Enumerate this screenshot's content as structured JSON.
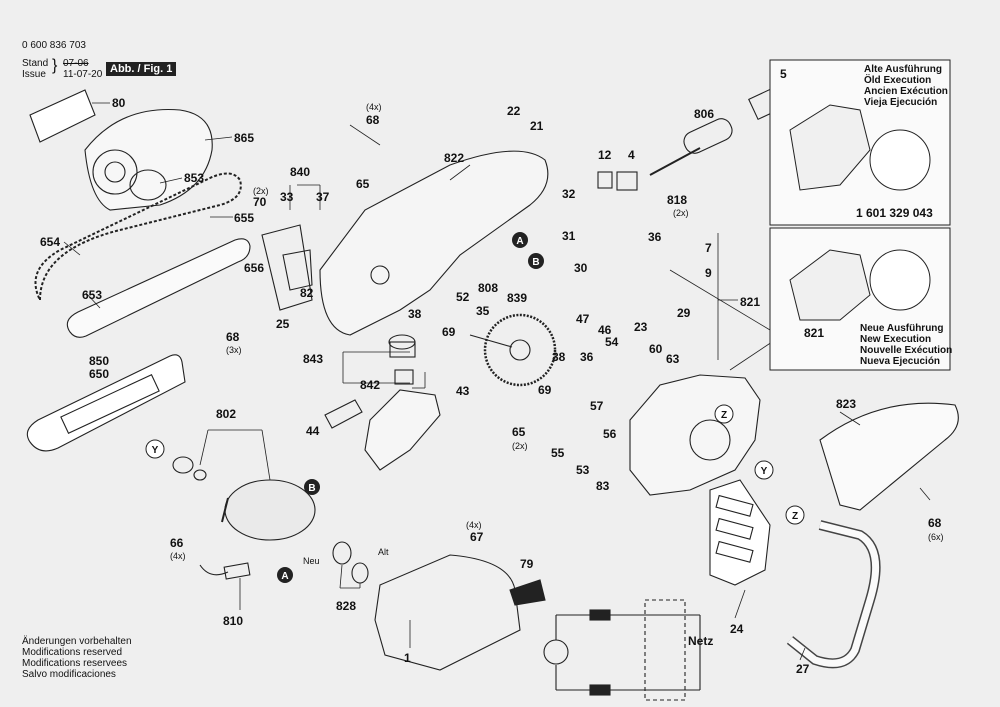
{
  "header": {
    "doc_number": "0 600 836 703",
    "stand_label": "Stand",
    "stand_date": "07-06",
    "issue_label": "Issue",
    "issue_date": "11-07-20",
    "fig_label": "Abb. / Fig. 1"
  },
  "footer": {
    "lines": [
      "Änderungen vorbehalten",
      "Modifications reserved",
      "Modifications reservees",
      "Salvo modificaciones"
    ]
  },
  "inset_old": {
    "lines": [
      "Alte Ausführung",
      "Öld Execution",
      "Ancien Exécution",
      "Vieja Ejecución"
    ],
    "part_number": "1 601 329 043"
  },
  "inset_new": {
    "part_number": "821",
    "lines": [
      "Neue Ausführung",
      "New Execution",
      "Nouvelle Exécution",
      "Nueva Ejecución"
    ]
  },
  "callouts": [
    {
      "id": "80",
      "text": "80"
    },
    {
      "id": "865",
      "text": "865"
    },
    {
      "id": "853",
      "text": "853"
    },
    {
      "id": "655",
      "text": "655"
    },
    {
      "id": "654",
      "text": "654"
    },
    {
      "id": "656",
      "text": "656"
    },
    {
      "id": "653",
      "text": "653"
    },
    {
      "id": "68a",
      "text": "68"
    },
    {
      "id": "68a_q",
      "text": "(4x)"
    },
    {
      "id": "822",
      "text": "822"
    },
    {
      "id": "840",
      "text": "840"
    },
    {
      "id": "70",
      "text": "70"
    },
    {
      "id": "70_q",
      "text": "(2x)"
    },
    {
      "id": "33",
      "text": "33"
    },
    {
      "id": "37",
      "text": "37"
    },
    {
      "id": "65a",
      "text": "65"
    },
    {
      "id": "22",
      "text": "22"
    },
    {
      "id": "21",
      "text": "21"
    },
    {
      "id": "806",
      "text": "806"
    },
    {
      "id": "5",
      "text": "5"
    },
    {
      "id": "12",
      "text": "12"
    },
    {
      "id": "4",
      "text": "4"
    },
    {
      "id": "818",
      "text": "818"
    },
    {
      "id": "818_q",
      "text": "(2x)"
    },
    {
      "id": "32",
      "text": "32"
    },
    {
      "id": "31",
      "text": "31"
    },
    {
      "id": "36a",
      "text": "36"
    },
    {
      "id": "7",
      "text": "7"
    },
    {
      "id": "9",
      "text": "9"
    },
    {
      "id": "30",
      "text": "30"
    },
    {
      "id": "808",
      "text": "808"
    },
    {
      "id": "82",
      "text": "82"
    },
    {
      "id": "25",
      "text": "25"
    },
    {
      "id": "68b",
      "text": "68"
    },
    {
      "id": "68b_q",
      "text": "(3x)"
    },
    {
      "id": "38a",
      "text": "38"
    },
    {
      "id": "52",
      "text": "52"
    },
    {
      "id": "839",
      "text": "839"
    },
    {
      "id": "69a",
      "text": "69"
    },
    {
      "id": "35",
      "text": "35"
    },
    {
      "id": "821",
      "text": "821"
    },
    {
      "id": "47",
      "text": "47"
    },
    {
      "id": "46",
      "text": "46"
    },
    {
      "id": "23",
      "text": "23"
    },
    {
      "id": "29",
      "text": "29"
    },
    {
      "id": "850",
      "text": "850"
    },
    {
      "id": "650",
      "text": "650"
    },
    {
      "id": "843",
      "text": "843"
    },
    {
      "id": "842",
      "text": "842"
    },
    {
      "id": "43",
      "text": "43"
    },
    {
      "id": "38b",
      "text": "38"
    },
    {
      "id": "69b",
      "text": "69"
    },
    {
      "id": "36b",
      "text": "36"
    },
    {
      "id": "54",
      "text": "54"
    },
    {
      "id": "60",
      "text": "60"
    },
    {
      "id": "63",
      "text": "63"
    },
    {
      "id": "802",
      "text": "802"
    },
    {
      "id": "44",
      "text": "44"
    },
    {
      "id": "65b",
      "text": "65"
    },
    {
      "id": "65b_q",
      "text": "(2x)"
    },
    {
      "id": "57",
      "text": "57"
    },
    {
      "id": "56",
      "text": "56"
    },
    {
      "id": "55",
      "text": "55"
    },
    {
      "id": "53",
      "text": "53"
    },
    {
      "id": "83",
      "text": "83"
    },
    {
      "id": "823",
      "text": "823"
    },
    {
      "id": "66",
      "text": "66"
    },
    {
      "id": "66_q",
      "text": "(4x)"
    },
    {
      "id": "67",
      "text": "67"
    },
    {
      "id": "67_q",
      "text": "(4x)"
    },
    {
      "id": "79",
      "text": "79"
    },
    {
      "id": "neu",
      "text": "Neu"
    },
    {
      "id": "alt",
      "text": "Alt"
    },
    {
      "id": "828",
      "text": "828"
    },
    {
      "id": "810",
      "text": "810"
    },
    {
      "id": "1",
      "text": "1"
    },
    {
      "id": "68c",
      "text": "68"
    },
    {
      "id": "68c_q",
      "text": "(6x)"
    },
    {
      "id": "24",
      "text": "24"
    },
    {
      "id": "27",
      "text": "27"
    },
    {
      "id": "netz",
      "text": "Netz"
    }
  ],
  "markers": [
    {
      "id": "A1",
      "text": "A"
    },
    {
      "id": "B1",
      "text": "B"
    },
    {
      "id": "A2",
      "text": "A"
    },
    {
      "id": "B2",
      "text": "B"
    },
    {
      "id": "Y1",
      "text": "Y"
    },
    {
      "id": "Y2",
      "text": "Y"
    },
    {
      "id": "Z1",
      "text": "Z"
    },
    {
      "id": "Z2",
      "text": "Z"
    }
  ]
}
